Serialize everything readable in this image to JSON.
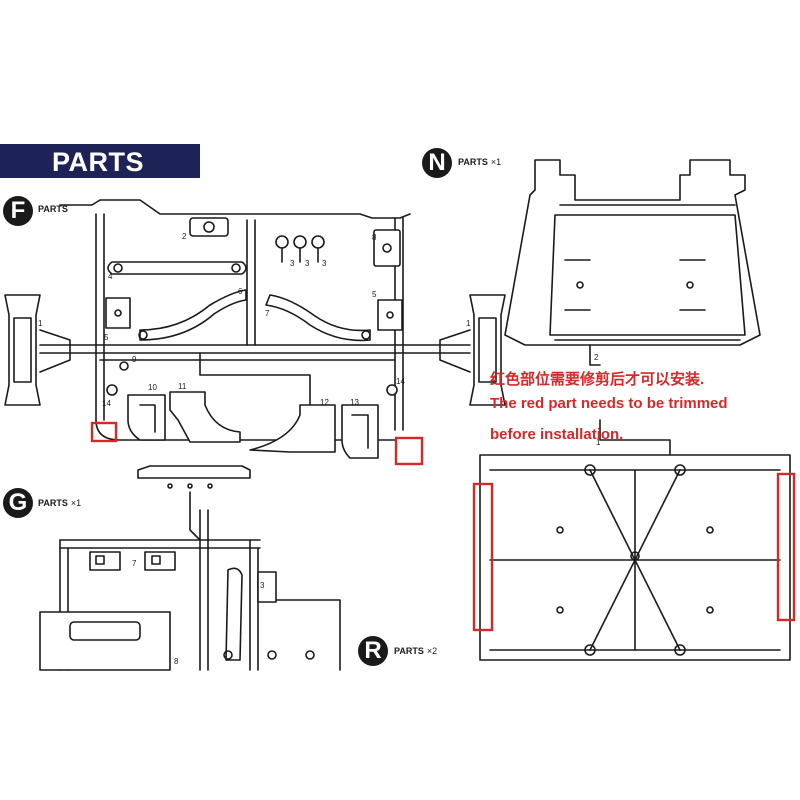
{
  "header": {
    "title": "PARTS"
  },
  "sections": [
    {
      "letter": "F",
      "label": "PARTS",
      "qty": ""
    },
    {
      "letter": "G",
      "label": "PARTS",
      "qty": "×1"
    },
    {
      "letter": "N",
      "label": "PARTS",
      "qty": "×1"
    },
    {
      "letter": "R",
      "label": "PARTS",
      "qty": "×2"
    }
  ],
  "part_numbers": {
    "f": [
      "1",
      "2",
      "3",
      "3",
      "3",
      "4",
      "5",
      "5",
      "6",
      "7",
      "8",
      "9",
      "10",
      "11",
      "12",
      "13",
      "14",
      "14",
      "1"
    ],
    "g": [
      "7",
      "3",
      "8"
    ],
    "n": [
      "2"
    ],
    "r": [
      "1"
    ]
  },
  "note": {
    "chinese": "红色部位需要修剪后才可以安装.",
    "line1": "The red part needs to be trimmed",
    "line2": "before installation."
  },
  "colors": {
    "banner": "#1e2357",
    "highlight": "#d62828",
    "ink": "#1a1a1a"
  }
}
